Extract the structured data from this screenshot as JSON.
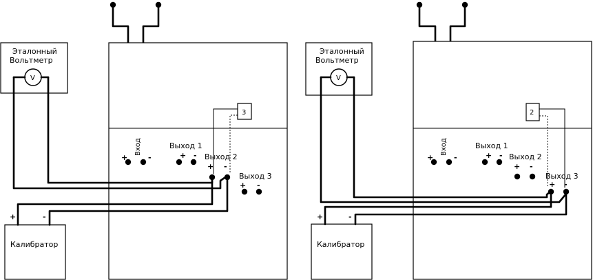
{
  "left": {
    "voltmeter_title_1": "Эталонный",
    "voltmeter_title_2": "Вольтметр",
    "voltmeter_symbol": "V",
    "calibrator": "Калибратор",
    "calibrator_plus": "+",
    "calibrator_minus": "-",
    "probe_number": "3",
    "input_label": "Вход",
    "input_plus": "+",
    "input_minus": "-",
    "output1_label": "Выход 1",
    "output1_plus": "+",
    "output1_minus": "-",
    "output2_label": "Выход 2",
    "output2_plus": "+",
    "output2_minus": "-",
    "output3_label": "Выход 3",
    "output3_plus": "+",
    "output3_minus": "-"
  },
  "right": {
    "voltmeter_title_1": "Эталонный",
    "voltmeter_title_2": "Вольтметр",
    "voltmeter_symbol": "V",
    "calibrator": "Калибратор",
    "calibrator_plus": "+",
    "calibrator_minus": "-",
    "probe_number": "2",
    "input_label": "Вход",
    "input_plus": "+",
    "input_minus": "-",
    "output1_label": "Выход 1",
    "output1_plus": "+",
    "output1_minus": "-",
    "output2_label": "Выход 2",
    "output2_plus": "+",
    "output2_minus": "-",
    "output3_label": "Выход 3",
    "output3_plus": "+",
    "output3_minus": "-"
  }
}
